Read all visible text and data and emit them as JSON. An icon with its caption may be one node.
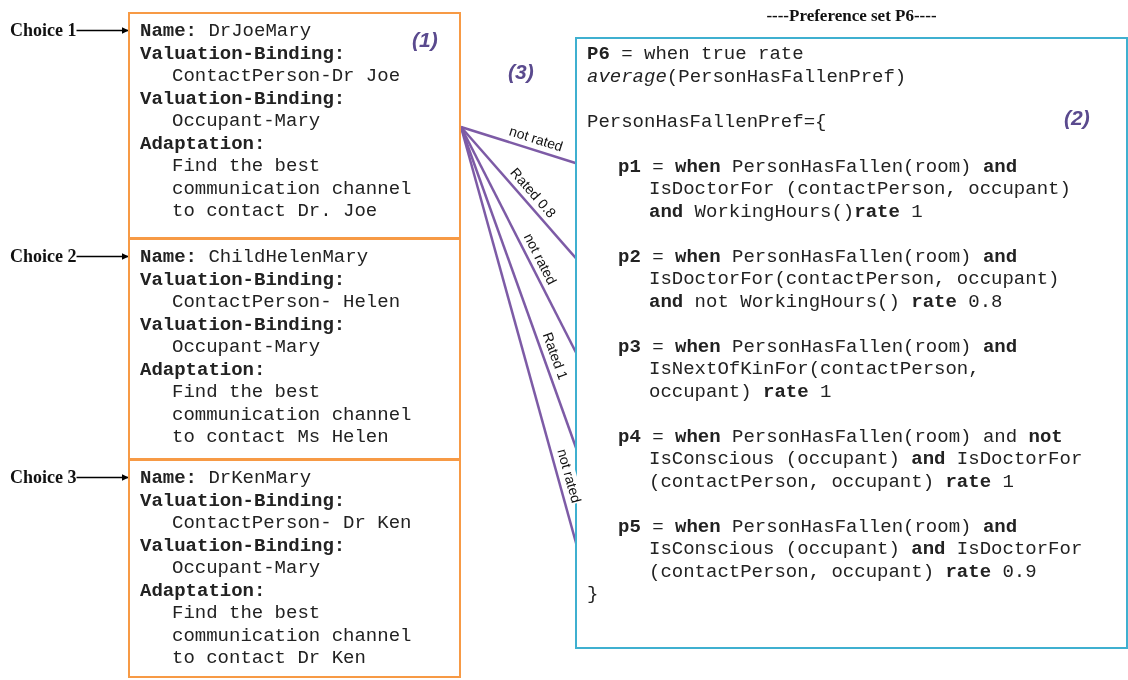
{
  "diagram": {
    "nodes": [
      {
        "text": [
          "Choice 1"
        ]
      },
      {
        "text": [
          "**Name:** DrJoeMary",
          "Valuation-Binding:",
          "ContactPerson-Dr Joe",
          "Valuation-Binding:",
          "Occupant-Mary",
          "Adaptation:",
          "Find the best communication channel to contact Dr. Joe"
        ]
      },
      {
        "text": [
          "Choice 2"
        ]
      },
      {
        "text": [
          "**Name:** ChildHelenMary",
          "Valuation-Binding:",
          "ContactPerson- Helen",
          "Valuation-Binding:",
          "Occupant-Mary",
          "Adaptation:",
          "Find the best communication channel to contact Ms Helen"
        ]
      },
      {
        "text": [
          "Choice 3"
        ]
      },
      {
        "text": [
          "**Name:** DrKenMary",
          "Valuation-Binding:",
          "ContactPerson- Dr Ken",
          "Valuation-Binding:",
          "Occupant-Mary",
          "Adaptation:",
          "Find the best communication channel to contact Dr Ken"
        ]
      },
      {
        "text": [
          "----Preference set P6----",
          "**P6** = when true rate *average*(PersonHasFallenPref)",
          "PersonHasFallenPref={",
          "}"
        ]
      },
      {
        "text": [
          "**p1** = **when** PersonHasFallen(room) **and** IsDoctorFor (contactPerson, occupant) **and** WorkingHours()**rate** 1"
        ],
        "in": 6
      },
      {
        "text": [
          "**p2** = **when** PersonHasFallen(room) **and** IsDoctorFor(contactPerson, occupant) **and** not WorkingHours() **rate** 0.8"
        ],
        "in": 6
      },
      {
        "text": [
          "**p3** = **when** PersonHasFallen(room) **and** IsNextOfKinFor(contactPerson, occupant) **rate** 1"
        ],
        "in": 6
      },
      {
        "text": [
          "**p4** = **when** PersonHasFallen(room) and **not** IsConscious (occupant) **and** IsDoctorFor (contactPerson, occupant) **rate** 1"
        ],
        "in": 6
      },
      {
        "text": [
          "**p5** = **when** PersonHasFallen(room) **and** IsConscious (occupant) **and** IsDoctorFor (contactPerson, occupant) **rate** 0.9"
        ],
        "in": 6
      }
    ],
    "edges": [
      {
        "from": 0,
        "to": 1,
        "arrow": "to",
        "color": "#000000"
      },
      {
        "from": 2,
        "to": 3,
        "arrow": "to",
        "color": "#000000"
      },
      {
        "from": 4,
        "to": 5,
        "arrow": "to",
        "color": "#000000"
      },
      {
        "from": 1,
        "to": 7,
        "arrow": "none",
        "label": "not rated"
      },
      {
        "from": 1,
        "to": 8,
        "arrow": "none",
        "label": "Rated 0.8"
      },
      {
        "from": 1,
        "to": 9,
        "arrow": "none",
        "label": "not rated"
      },
      {
        "from": 1,
        "to": 10,
        "arrow": "none",
        "label": "Rated 1"
      },
      {
        "from": 1,
        "to": 11,
        "arrow": "none",
        "label": "not rated"
      }
    ],
    "labels": [
      "(1)",
      "(3)",
      "(2)"
    ]
  }
}
